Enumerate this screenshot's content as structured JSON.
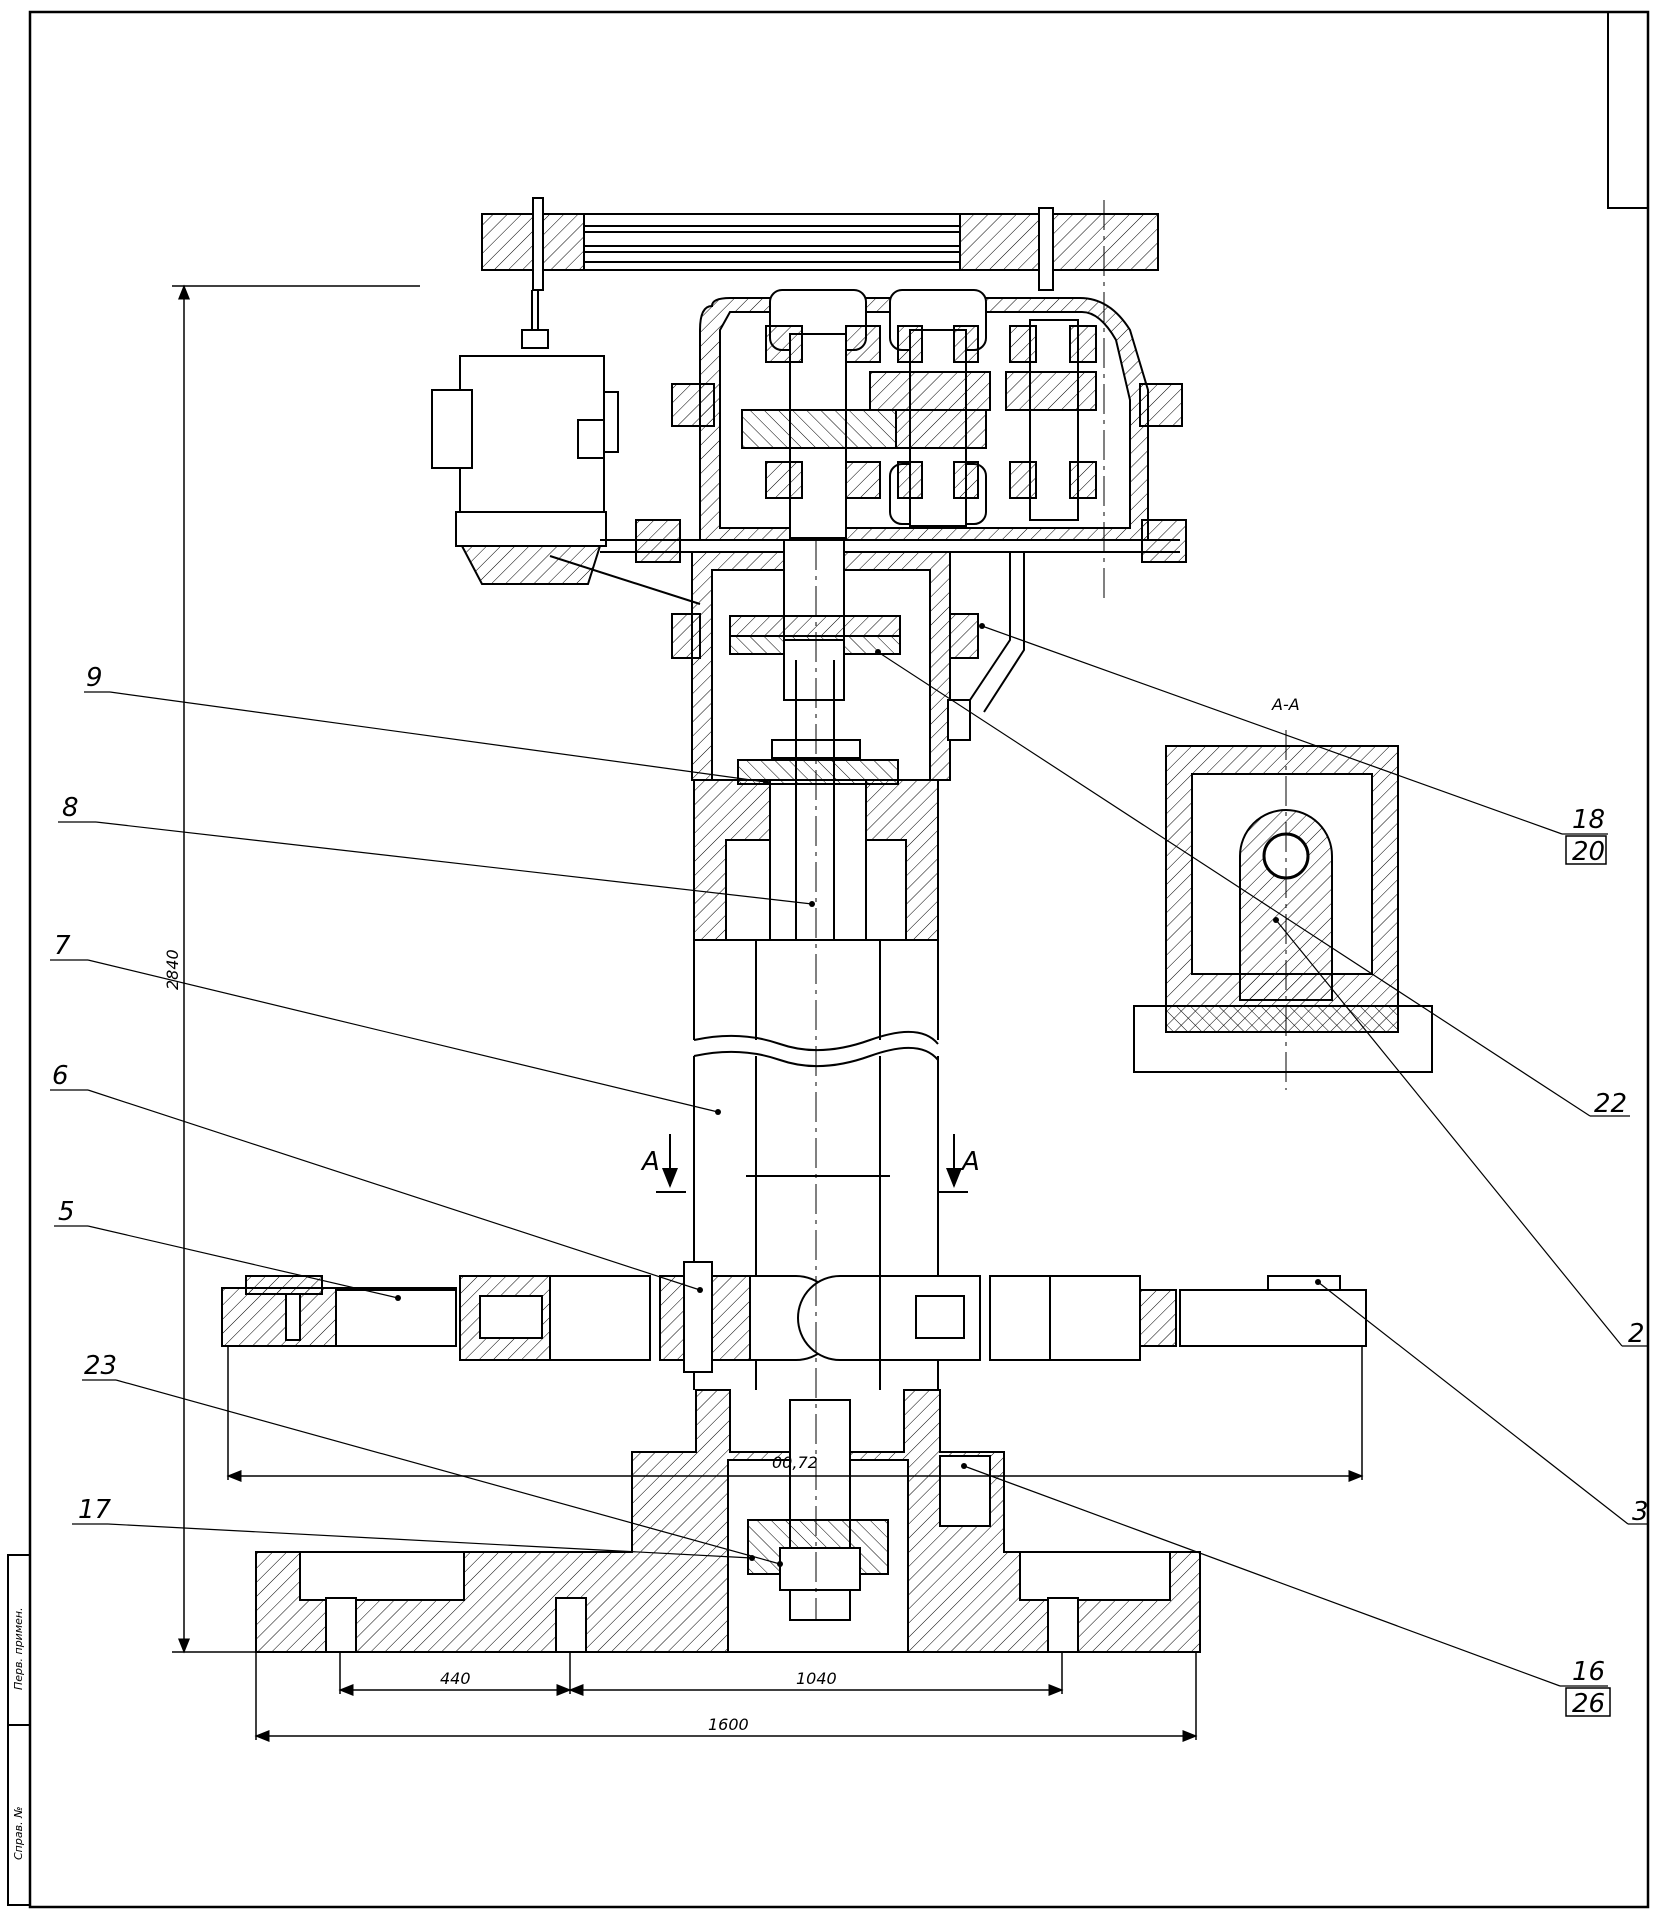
{
  "section": {
    "title": "A-A",
    "mark_left": "A",
    "mark_right": "A"
  },
  "callouts": {
    "c9": "9",
    "c8": "8",
    "c7": "7",
    "c6": "6",
    "c5": "5",
    "c23": "23",
    "c17": "17",
    "c18_top": "18",
    "c18_bottom": "20",
    "c22": "22",
    "c2": "2",
    "c3": "3",
    "c16_top": "16",
    "c16_bottom": "26"
  },
  "dimensions": {
    "height": "2840",
    "width_overall": "1600",
    "width_mid": "1040",
    "width_small": "440",
    "width_arms": "00,72"
  },
  "title_block": {
    "side_top": "Перв. примен.",
    "side_bottom": "Справ. №"
  }
}
